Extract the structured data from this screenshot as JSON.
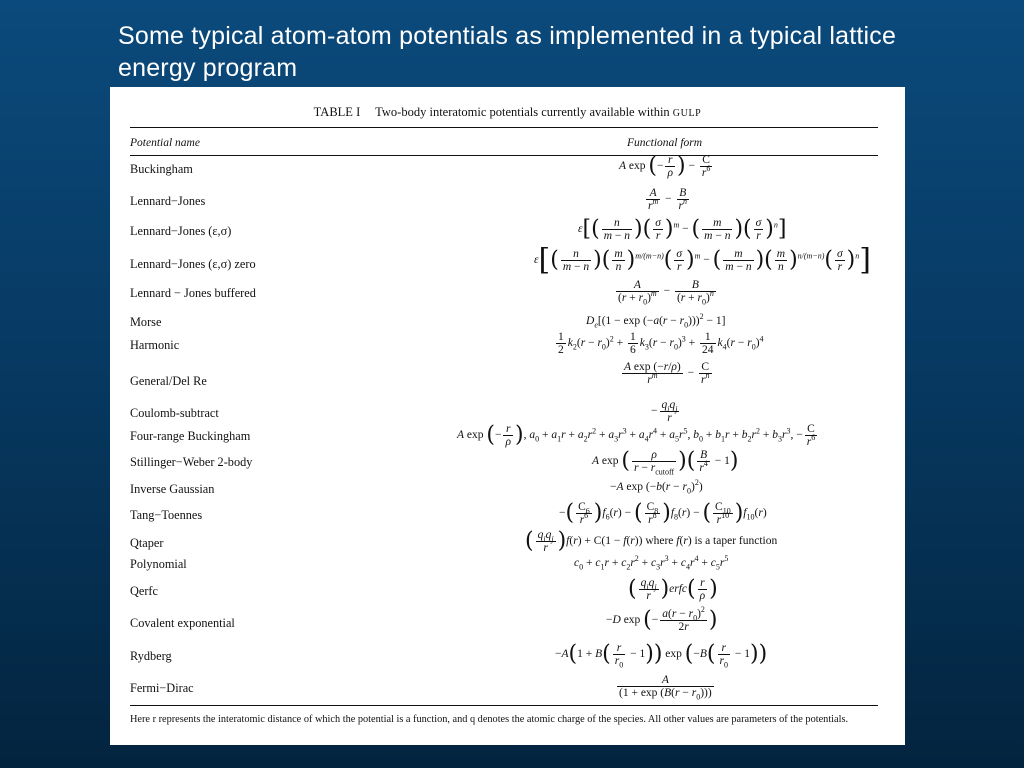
{
  "slide": {
    "title": "Some typical atom-atom potentials as implemented in a typical lattice energy program"
  },
  "table": {
    "caption_label": "TABLE I",
    "caption_text": "Two-body interatomic potentials currently available within",
    "caption_program": "gulp",
    "header_name": "Potential name",
    "header_form": "Functional form",
    "rows": [
      "Buckingham",
      "Lennard−Jones",
      "Lennard−Jones (ε,σ)",
      "Lennard−Jones (ε,σ) zero",
      "Lennard − Jones buffered",
      "Morse",
      "Harmonic",
      "General/Del Re",
      "Coulomb-subtract",
      "Four-range Buckingham",
      "Stillinger−Weber 2-body",
      "Inverse Gaussian",
      "Tang−Toennes",
      "Qtaper",
      "Polynomial",
      "Qerfc",
      "Covalent exponential",
      "Rydberg",
      "Fermi−Dirac"
    ],
    "footnote": "Here r represents the interatomic distance of which the potential is a function, and q denotes the atomic charge of the species. All other values are parameters of the potentials."
  }
}
